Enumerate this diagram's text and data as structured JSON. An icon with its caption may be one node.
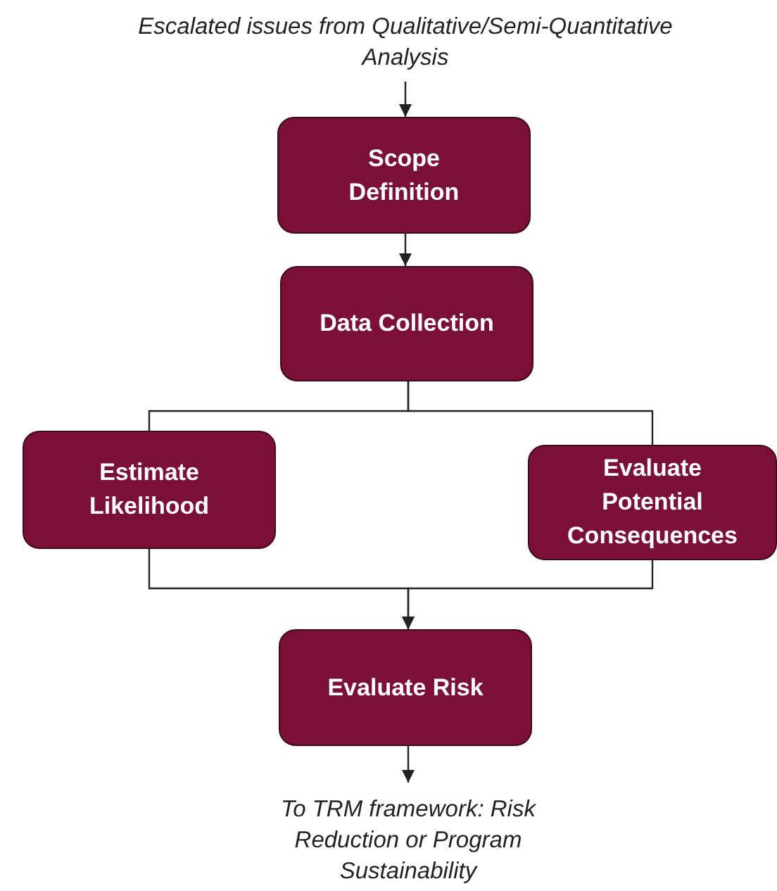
{
  "diagram": {
    "nodes": [
      {
        "text": [
          "Escalated issues from Qualitative/Semi-Quantitative Analysis"
        ]
      },
      {
        "text": [
          "Scope Definition"
        ]
      },
      {
        "text": [
          "Data Collection"
        ]
      },
      {
        "text": [
          "Estimate Likelihood"
        ]
      },
      {
        "text": [
          "Evaluate Potential Consequences"
        ]
      },
      {
        "text": [
          "Evaluate Risk"
        ]
      },
      {
        "text": [
          "To TRM framework: Risk Reduction or Program Sustainability"
        ]
      }
    ],
    "edges": [
      {
        "from": 0,
        "to": 1,
        "arrow": "to"
      },
      {
        "from": 1,
        "to": 2,
        "arrow": "to"
      },
      {
        "from": 2,
        "to": 3,
        "arrow": "none"
      },
      {
        "from": 2,
        "to": 4,
        "arrow": "none"
      },
      {
        "from": 3,
        "to": 5,
        "arrow": "to"
      },
      {
        "from": 4,
        "to": 5,
        "arrow": "to"
      },
      {
        "from": 5,
        "to": 6,
        "arrow": "to"
      }
    ]
  }
}
